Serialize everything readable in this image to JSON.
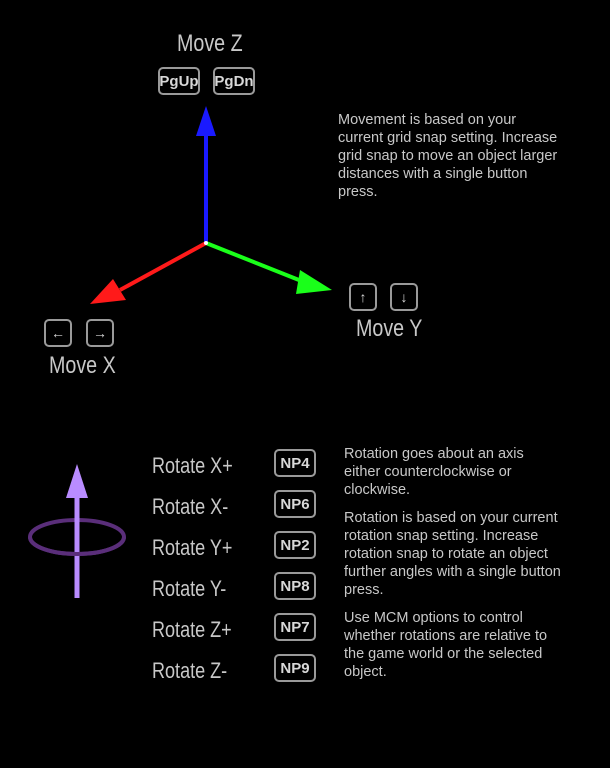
{
  "axes": {
    "z": {
      "label": "Move Z",
      "keys": [
        "PgUp",
        "PgDn"
      ]
    },
    "y": {
      "label": "Move Y",
      "keys": [
        "↑",
        "↓"
      ]
    },
    "x": {
      "label": "Move X",
      "keys": [
        "←",
        "→"
      ]
    },
    "colors": {
      "x": "#ff1a1a",
      "y": "#1aff1a",
      "z": "#1a1aff"
    }
  },
  "movement_info": "Movement is based on your current grid snap setting. Increase grid snap to move an object larger distances with a single button press.",
  "rotation": {
    "arrow_color": "#b98cff",
    "ring_color": "#5a2e7a",
    "items": [
      {
        "label": "Rotate X+",
        "key": "NP4"
      },
      {
        "label": "Rotate X-",
        "key": "NP6"
      },
      {
        "label": "Rotate Y+",
        "key": "NP2"
      },
      {
        "label": "Rotate Y-",
        "key": "NP8"
      },
      {
        "label": "Rotate Z+",
        "key": "NP7"
      },
      {
        "label": "Rotate Z-",
        "key": "NP9"
      }
    ],
    "info": [
      "Rotation goes about an axis either counterclockwise or clockwise.",
      "Rotation is based on your current rotation snap setting. Increase rotation snap to rotate an object further angles with a single button press.",
      "Use MCM options to control whether rotations are relative to the game world or the selected object."
    ]
  }
}
